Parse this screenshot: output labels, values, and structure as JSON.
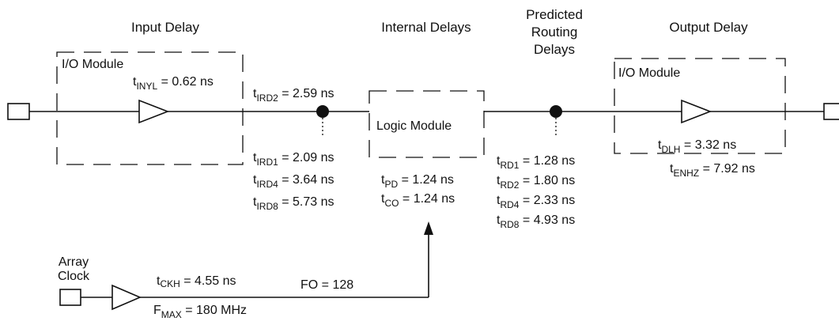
{
  "headers": {
    "input_delay": "Input Delay",
    "internal_delays": "Internal Delays",
    "predicted_line1": "Predicted",
    "predicted_line2": "Routing",
    "predicted_line3": "Delays",
    "output_delay": "Output Delay"
  },
  "modules": {
    "io_module_input": "I/O Module",
    "io_module_output": "I/O Module",
    "logic_module": "Logic Module"
  },
  "array_clock": {
    "line1": "Array",
    "line2": "Clock"
  },
  "delays": {
    "t_inyl": {
      "t": "t",
      "sub": "INYL",
      "val": " = 0.62 ns"
    },
    "t_ird2": {
      "t": "t",
      "sub": "IRD2",
      "val": " = 2.59 ns"
    },
    "t_ird1": {
      "t": "t",
      "sub": "IRD1",
      "val": " = 2.09 ns"
    },
    "t_ird4": {
      "t": "t",
      "sub": "IRD4",
      "val": " = 3.64 ns"
    },
    "t_ird8": {
      "t": "t",
      "sub": "IRD8",
      "val": " = 5.73 ns"
    },
    "t_pd": {
      "t": "t",
      "sub": "PD",
      "val": " = 1.24 ns"
    },
    "t_co": {
      "t": "t",
      "sub": "CO",
      "val": " = 1.24 ns"
    },
    "t_rd1": {
      "t": "t",
      "sub": "RD1",
      "val": " = 1.28 ns"
    },
    "t_rd2": {
      "t": "t",
      "sub": "RD2",
      "val": " = 1.80 ns"
    },
    "t_rd4": {
      "t": "t",
      "sub": "RD4",
      "val": " = 2.33 ns"
    },
    "t_rd8": {
      "t": "t",
      "sub": "RD8",
      "val": " = 4.93 ns"
    },
    "t_dlh": {
      "t": "t",
      "sub": "DLH",
      "val": " = 3.32 ns"
    },
    "t_enhz": {
      "t": "t",
      "sub": "ENHZ",
      "val": " = 7.92 ns"
    },
    "t_ckh": {
      "t": "t",
      "sub": "CKH",
      "val": " = 4.55 ns"
    },
    "f_max": {
      "t": "F",
      "sub": "MAX",
      "val": " = 180 MHz"
    }
  },
  "fanout": "FO = 128"
}
